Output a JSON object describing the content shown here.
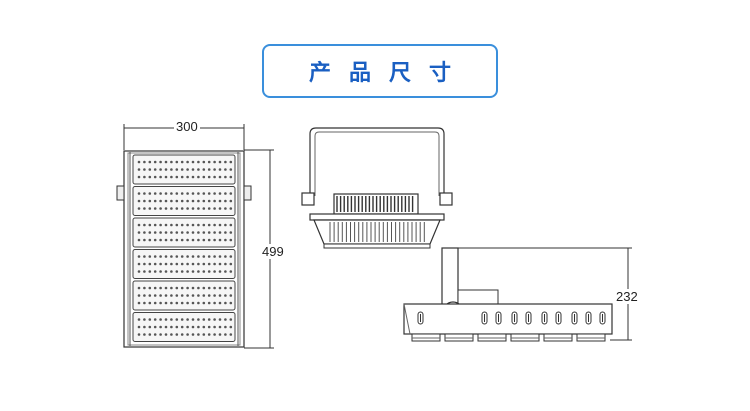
{
  "title": {
    "text": "产品尺寸",
    "color": "#1a5fc2",
    "border_color": "#3a8fdc"
  },
  "dimensions": {
    "width": "300",
    "height": "499",
    "depth": "232"
  },
  "colors": {
    "line": "#333333",
    "light": "#888888"
  }
}
